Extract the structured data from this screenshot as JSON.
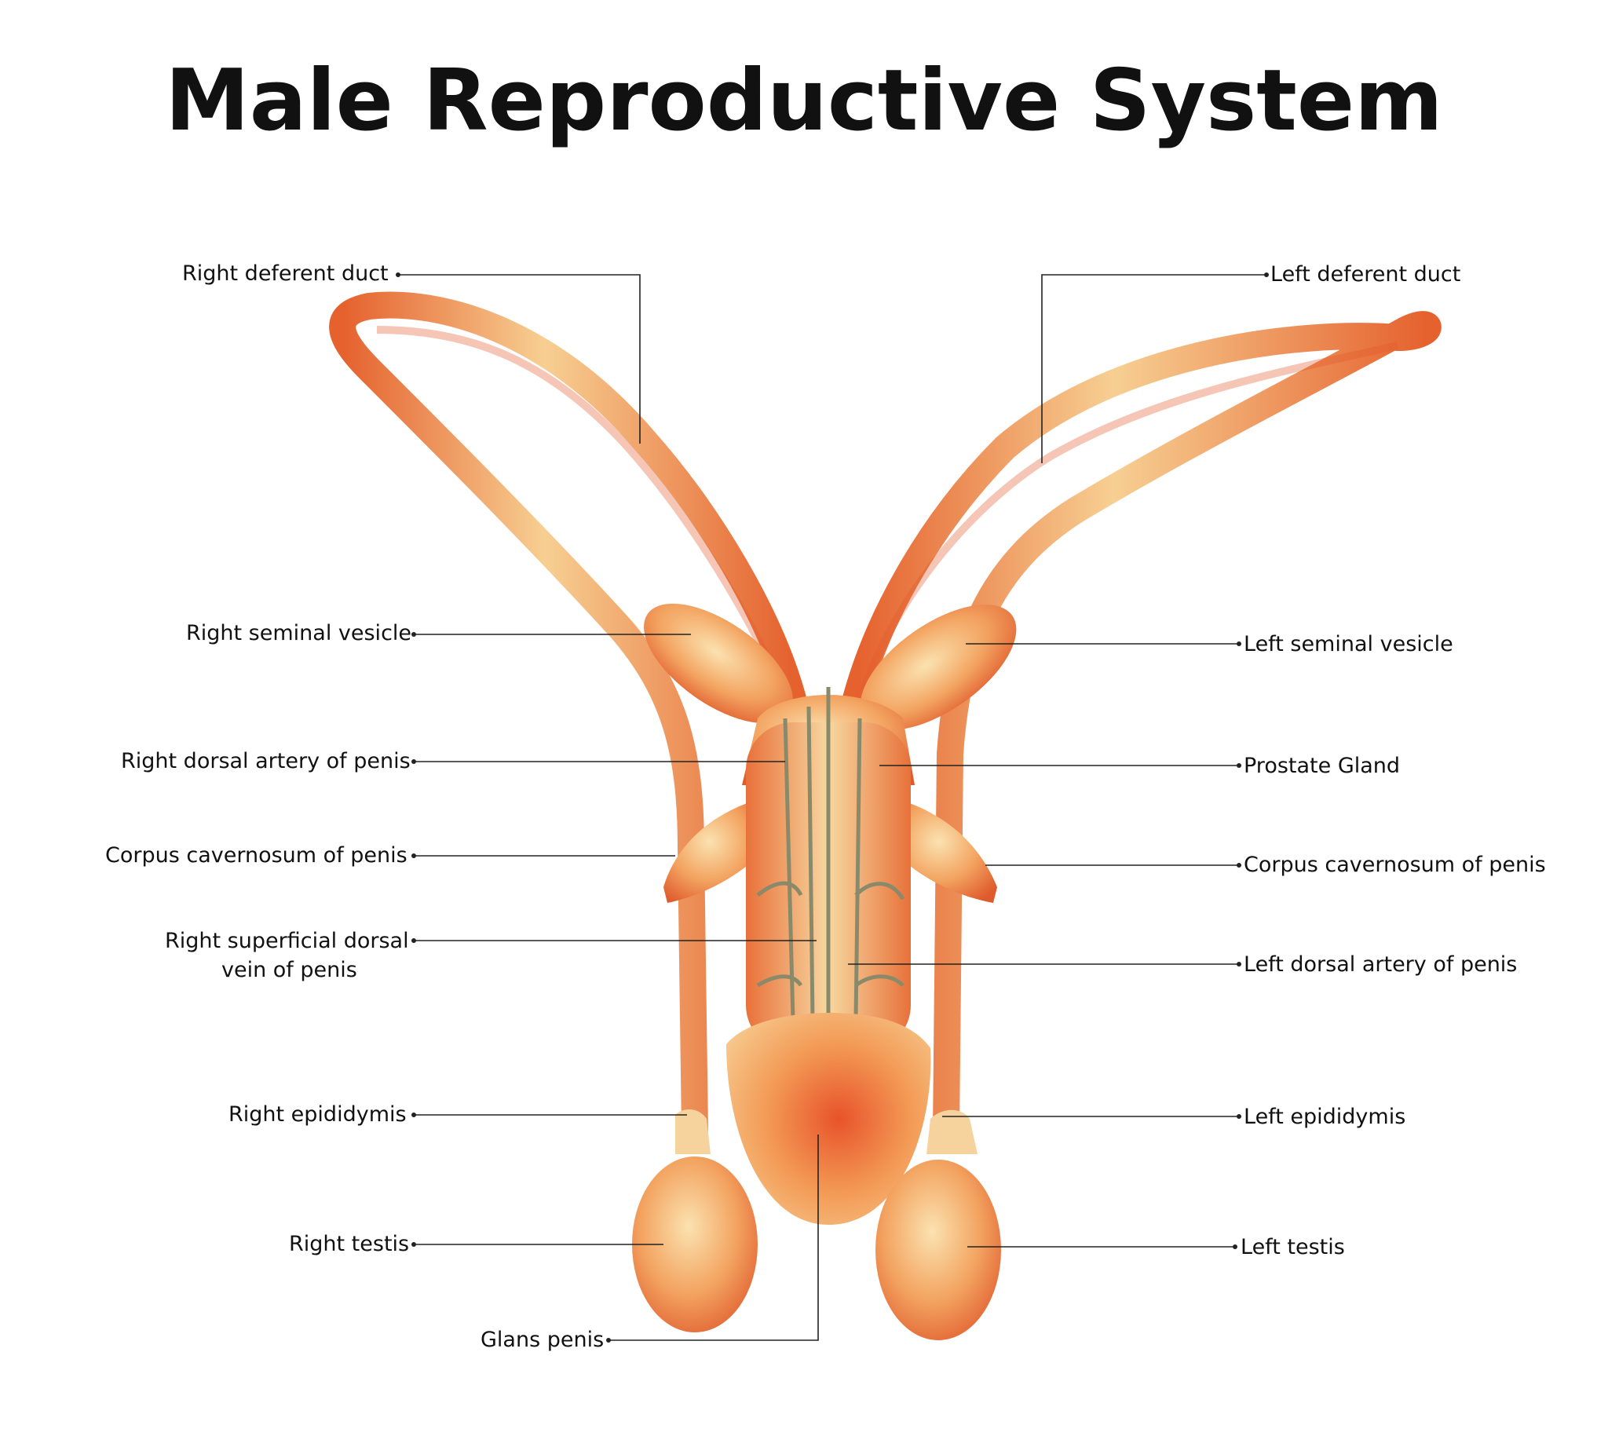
{
  "title": "Male Reproductive System",
  "labels": {
    "right_deferent_duct": "Right deferent duct",
    "left_deferent_duct": "Left deferent duct",
    "right_seminal_vesicle": "Right seminal vesicle",
    "left_seminal_vesicle": "Left seminal vesicle",
    "right_dorsal_artery": "Right dorsal artery of penis",
    "prostate_gland": "Prostate Gland",
    "corpus_cavernosum_right": "Corpus cavernosum of penis",
    "corpus_cavernosum_left": "Corpus cavernosum of penis",
    "right_superficial_dorsal_vein_line1": "Right superficial dorsal",
    "right_superficial_dorsal_vein_line2": "vein of penis",
    "left_dorsal_artery": "Left dorsal artery of penis",
    "right_epididymis": "Right epididymis",
    "left_epididymis": "Left epididymis",
    "right_testis": "Right testis",
    "left_testis": "Left testis",
    "glans_penis": "Glans penis"
  },
  "colors": {
    "tissue_light": "#f6d6a0",
    "tissue_mid": "#f29a5a",
    "tissue_dark": "#e0502a",
    "vessel": "#8a8a6a"
  }
}
